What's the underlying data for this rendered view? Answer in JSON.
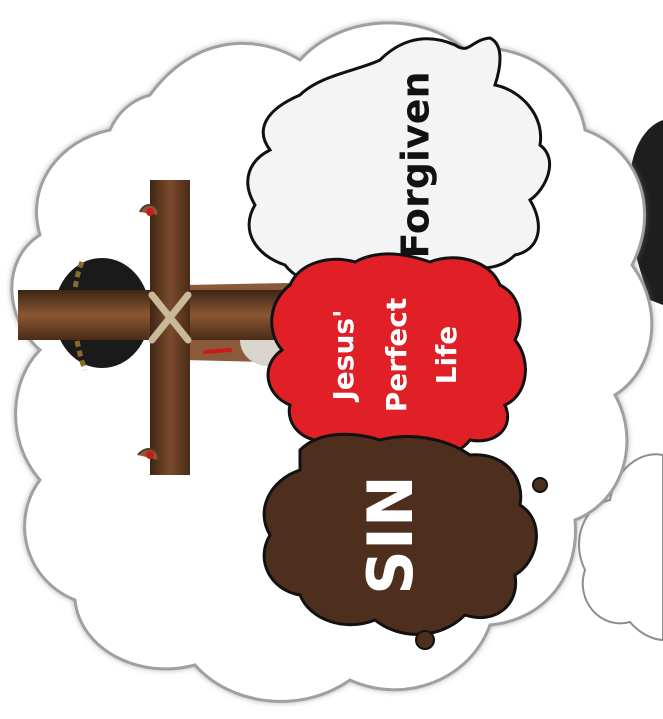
{
  "illustration": {
    "splats": {
      "forgiven": {
        "text": "Forgiven",
        "fill": "#f4f4f4",
        "text_color": "#111111"
      },
      "perfect_life": {
        "lines": [
          "Jesus'",
          "Perfect",
          "Life"
        ],
        "fill": "#e01f26",
        "text_color": "#ffffff"
      },
      "sin": {
        "text": "SIN",
        "fill": "#4e2e1c",
        "text_color": "#ffffff"
      }
    },
    "colors": {
      "cloud_fill": "#ffffff",
      "cloud_outline": "#9a9a9a",
      "cross_wood": "#6b4226",
      "hair": "#1a1a1a",
      "skin": "#8a5a3a",
      "rope": "#c9b89a"
    }
  }
}
